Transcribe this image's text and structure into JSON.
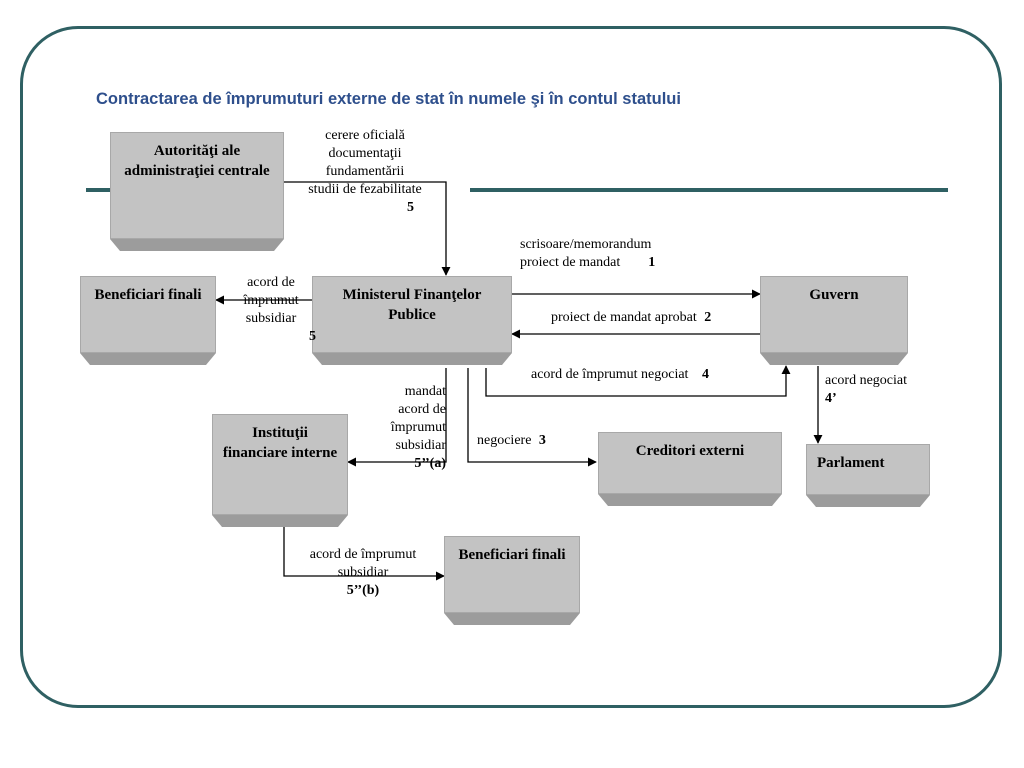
{
  "title": "Contractarea de împrumuturi externe de stat în numele şi în contul statului",
  "boxes": {
    "autoritati": "Autorităţi ale administraţiei centrale",
    "beneficiari_1": "Beneficiari finali",
    "ministerul": "Ministerul Finanţelor Publice",
    "guvern": "Guvern",
    "institutii": "Instituţii financiare interne",
    "creditori": "Creditori externi",
    "parlament": "Parlament",
    "beneficiari_2": "Beneficiari finali"
  },
  "labels": {
    "cerere_l1": "cerere oficială",
    "cerere_l2": "documentaţii",
    "cerere_l3": "fundamentării",
    "cerere_l4": "studii de fezabilitate",
    "cerere_num": "5",
    "scrisoare_l1": "scrisoare/memorandum",
    "scrisoare_l2": "proiect de mandat",
    "scrisoare_num": "1",
    "acord_sub_l1": "acord de",
    "acord_sub_l2": "împrumut",
    "acord_sub_l3": "subsidiar",
    "acord_sub_num": "5",
    "aprobat": "proiect de mandat aprobat",
    "aprobat_num": "2",
    "negociat": "acord de împrumut negociat",
    "negociat_num": "4",
    "acord_negociat": "acord negociat",
    "acord_negociat_num": "4’",
    "mandat_l1": "mandat",
    "mandat_l2": "acord de",
    "mandat_l3": "împrumut",
    "mandat_l4": "subsidiar",
    "mandat_num": "5’’(a)",
    "negociere": "negociere",
    "negociere_num": "3",
    "acord_b_l1": "acord de împrumut",
    "acord_b_l2": "subsidiar",
    "acord_b_num": "5’’(b)"
  },
  "colors": {
    "accent": "#2f6063",
    "title": "#2e4f8c",
    "box": "#c3c3c3",
    "bevel": "#9c9c9c"
  }
}
